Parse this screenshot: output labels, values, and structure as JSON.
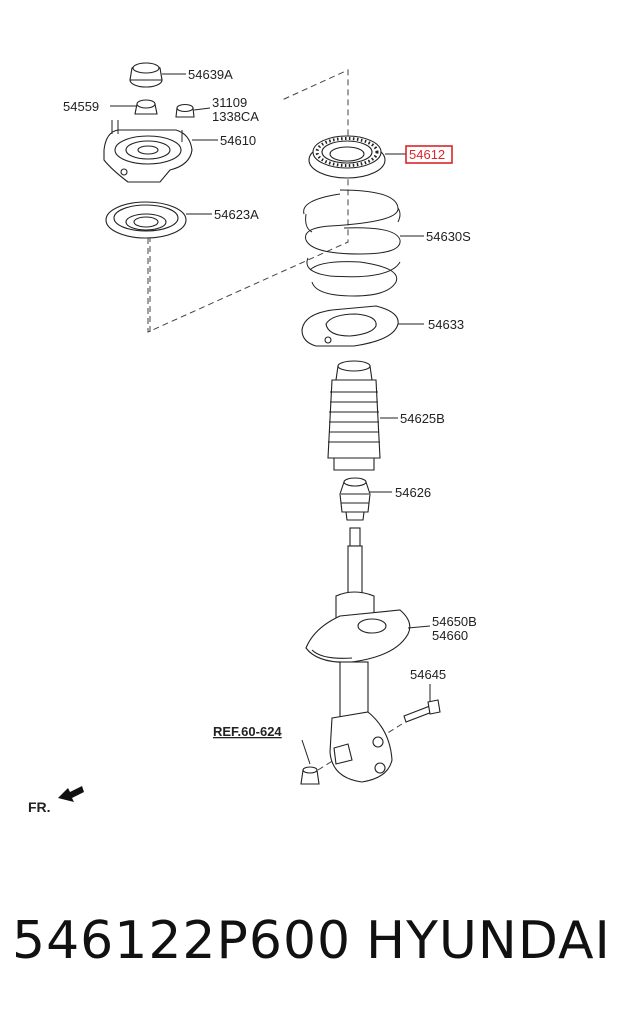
{
  "labels": {
    "p54639A": "54639A",
    "p54559": "54559",
    "p31109": "31109",
    "p1338CA": "1338CA",
    "p54610": "54610",
    "p54623A": "54623A",
    "p54612": "54612",
    "p54630S": "54630S",
    "p54633": "54633",
    "p54625B": "54625B",
    "p54626": "54626",
    "p54650B": "54650B",
    "p54660": "54660",
    "p54645": "54645",
    "ref": "REF.60-624",
    "fr": "FR."
  },
  "footer": {
    "part_number": "546122P600",
    "brand": "HYUNDAI"
  },
  "colors": {
    "highlight": "#d9262c",
    "line": "#222222"
  }
}
